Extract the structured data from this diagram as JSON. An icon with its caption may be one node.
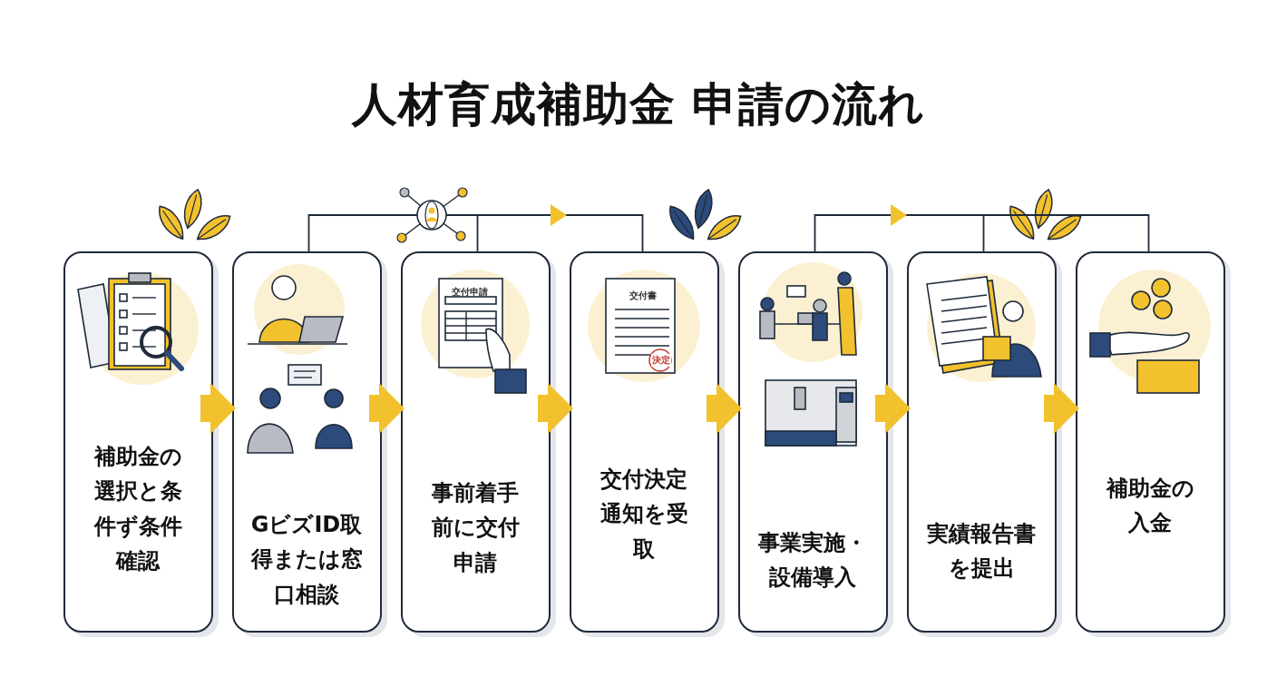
{
  "diagram": {
    "title": "人材育成補助金 申請の流れ",
    "nodes": [
      {
        "text": [
          "補助金の選択と条件ず条件確認"
        ]
      },
      {
        "text": [
          "GビズID取得または窓口相談"
        ]
      },
      {
        "text": [
          "事前着手前に交付申請"
        ]
      },
      {
        "text": [
          "交付決定通知を受取"
        ]
      },
      {
        "text": [
          "事業実施・設備導入"
        ]
      },
      {
        "text": [
          "実績報告書を提出"
        ]
      },
      {
        "text": [
          "補助金の入金"
        ]
      }
    ],
    "edges": [
      {
        "from": 0,
        "to": 1,
        "arrow": "to"
      },
      {
        "from": 1,
        "to": 2,
        "arrow": "to"
      },
      {
        "from": 2,
        "to": 3,
        "arrow": "to"
      },
      {
        "from": 3,
        "to": 4,
        "arrow": "to"
      },
      {
        "from": 4,
        "to": 5,
        "arrow": "to"
      },
      {
        "from": 5,
        "to": 6,
        "arrow": "to"
      },
      {
        "from": 1,
        "to": 3,
        "arrow": "to",
        "color": "#1f2a3a"
      },
      {
        "from": 2,
        "to": 3,
        "arrow": "to",
        "color": "#1f2a3a"
      },
      {
        "from": 4,
        "to": 6,
        "arrow": "to",
        "color": "#1f2a3a"
      },
      {
        "from": 5,
        "to": 6,
        "arrow": "to",
        "color": "#1f2a3a"
      }
    ],
    "labels": [
      "交付申請",
      "交付書",
      "決定"
    ]
  }
}
